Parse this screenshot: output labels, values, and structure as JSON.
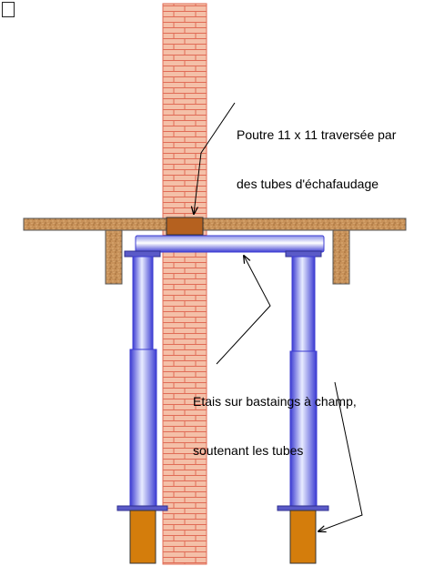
{
  "labels": {
    "beam": {
      "line1": "Poutre 11 x 11 traversée par",
      "line2": "des tubes d'échafaudage"
    },
    "props": {
      "line1": "Etais sur bastaings à champ,",
      "line2": "soutenant les tubes"
    }
  },
  "colors": {
    "brick_fill": "#f4c0a8",
    "brick_mortar": "#e06b56",
    "slab": "#c8925a",
    "beam": "#b5611f",
    "tube_light": "#e8ecff",
    "tube_dark": "#3c3cd2",
    "bastaing": "#d47d0c",
    "plate": "#5a5ac8"
  }
}
